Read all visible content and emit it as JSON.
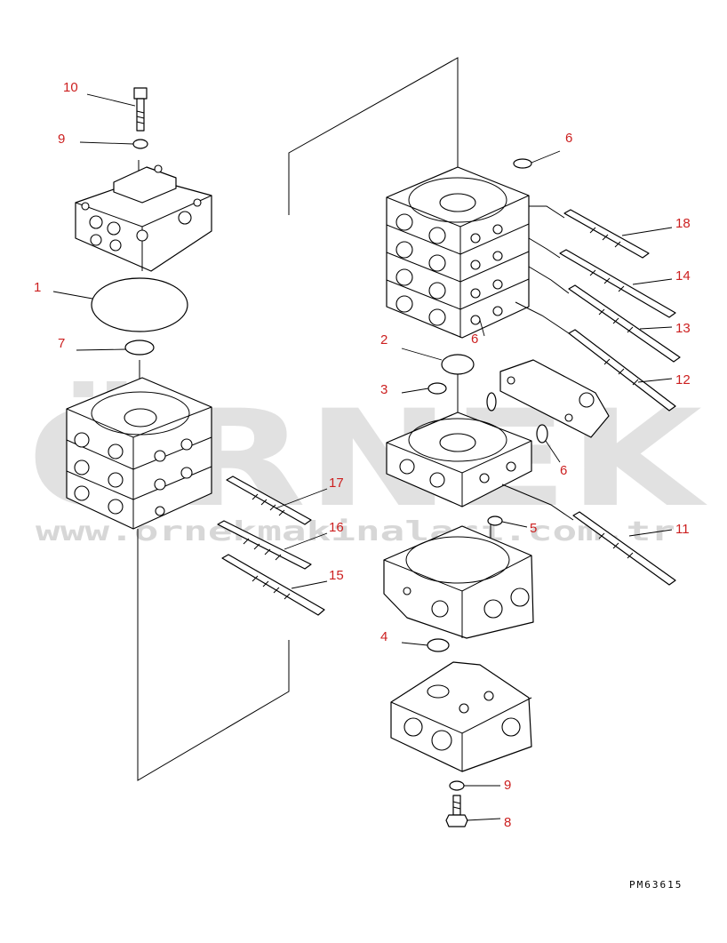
{
  "drawing_code": "PM63615",
  "watermark": {
    "brand": "ÖRNEK",
    "url": "www.ornekmakinalari.com.tr"
  },
  "callouts": [
    "10",
    "9",
    "1",
    "7",
    "17",
    "16",
    "15",
    "6",
    "2",
    "3",
    "18",
    "14",
    "13",
    "12",
    "6",
    "11",
    "5",
    "4",
    "9",
    "8",
    "6"
  ],
  "colors": {
    "callout": "#cc1f1f",
    "line": "#000000",
    "watermark": "#c9c9c9"
  }
}
